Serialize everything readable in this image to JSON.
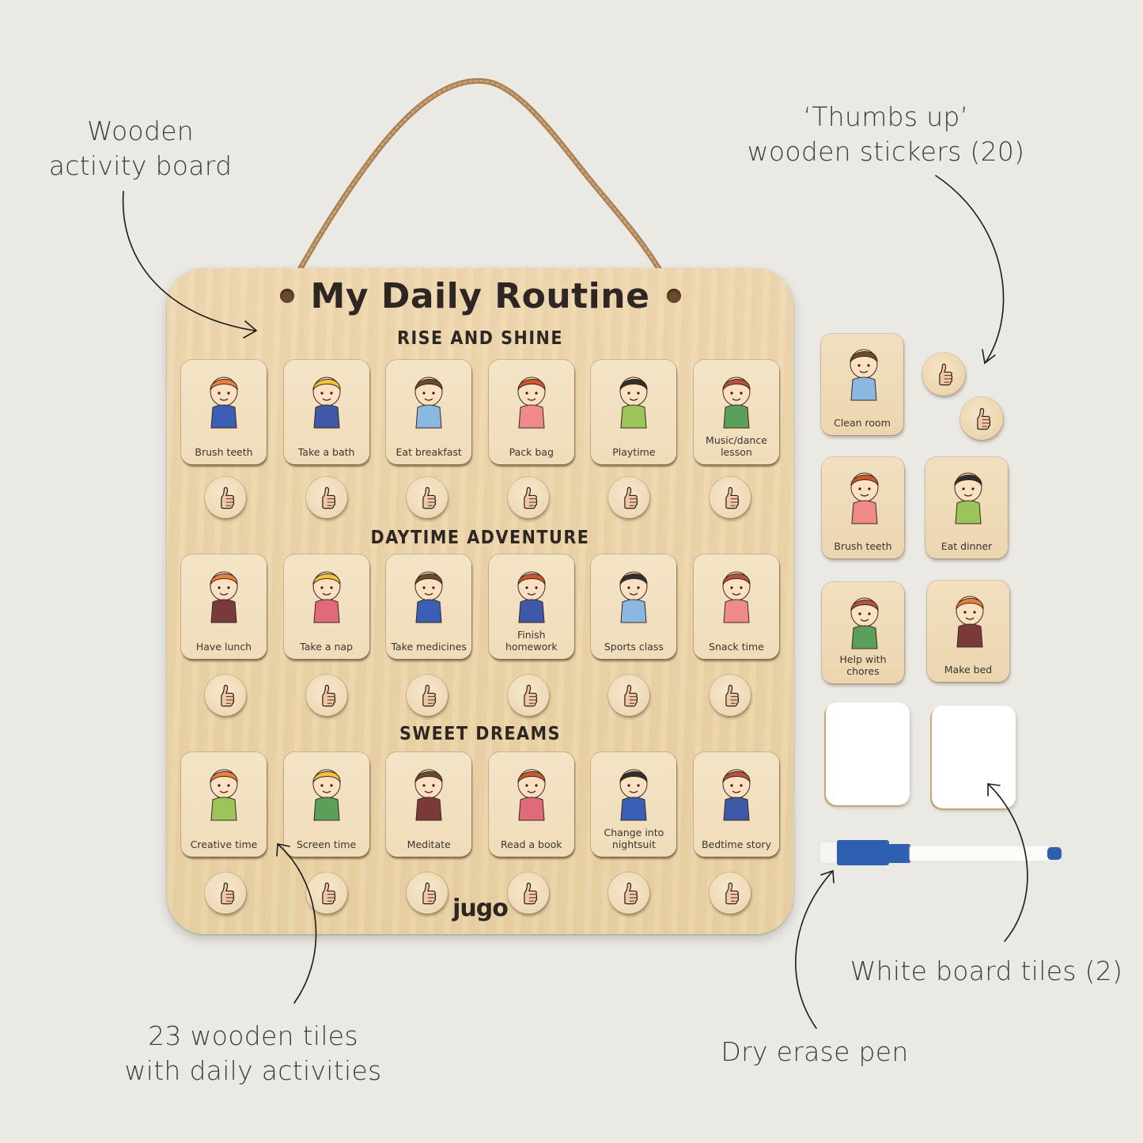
{
  "annotations": {
    "board": [
      "Wooden",
      "activity board"
    ],
    "stickers": [
      "‘Thumbs up’",
      "wooden stickers (20)"
    ],
    "tiles": [
      "23 wooden tiles",
      "with daily activities"
    ],
    "pen": [
      "Dry erase pen"
    ],
    "whiteboard": [
      "White board tiles (2)"
    ]
  },
  "board": {
    "title": "My Daily Routine",
    "logo": "jugo",
    "sections": [
      {
        "title": "RISE AND SHINE",
        "tiles": [
          {
            "label": "Brush teeth",
            "icon": "brush-teeth-icon"
          },
          {
            "label": "Take a bath",
            "icon": "bath-icon"
          },
          {
            "label": "Eat breakfast",
            "icon": "breakfast-icon"
          },
          {
            "label": "Pack bag",
            "icon": "backpack-icon"
          },
          {
            "label": "Playtime",
            "icon": "slide-icon"
          },
          {
            "label": "Music/dance lesson",
            "icon": "guitar-icon"
          }
        ]
      },
      {
        "title": "DAYTIME ADVENTURE",
        "tiles": [
          {
            "label": "Have lunch",
            "icon": "lunch-icon"
          },
          {
            "label": "Take a nap",
            "icon": "nap-icon"
          },
          {
            "label": "Take medicines",
            "icon": "medicine-icon"
          },
          {
            "label": "Finish homework",
            "icon": "homework-icon"
          },
          {
            "label": "Sports class",
            "icon": "soccer-icon"
          },
          {
            "label": "Snack time",
            "icon": "snack-icon"
          }
        ]
      },
      {
        "title": "SWEET DREAMS",
        "tiles": [
          {
            "label": "Creative time",
            "icon": "painting-icon"
          },
          {
            "label": "Screen time",
            "icon": "laptop-icon"
          },
          {
            "label": "Meditate",
            "icon": "meditate-icon"
          },
          {
            "label": "Read a book",
            "icon": "book-icon"
          },
          {
            "label": "Change into nightsuit",
            "icon": "pajamas-icon"
          },
          {
            "label": "Bedtime story",
            "icon": "bedtime-icon"
          }
        ]
      }
    ]
  },
  "loose_tiles": [
    {
      "label": "Clean room",
      "icon": "trash-bag-icon"
    },
    {
      "label": "Brush teeth",
      "icon": "brush-teeth-icon"
    },
    {
      "label": "Eat dinner",
      "icon": "dinner-icon"
    },
    {
      "label": "Help with chores",
      "icon": "watering-can-icon"
    },
    {
      "label": "Make bed",
      "icon": "make-bed-icon"
    }
  ],
  "colors": {
    "background": "#ebe9e3",
    "wood": "#ecd5ab",
    "ink": "#2d2622",
    "rope": "#b0865c",
    "pen_blue": "#2f5fb0",
    "annotation_text": "#3e3e40"
  }
}
